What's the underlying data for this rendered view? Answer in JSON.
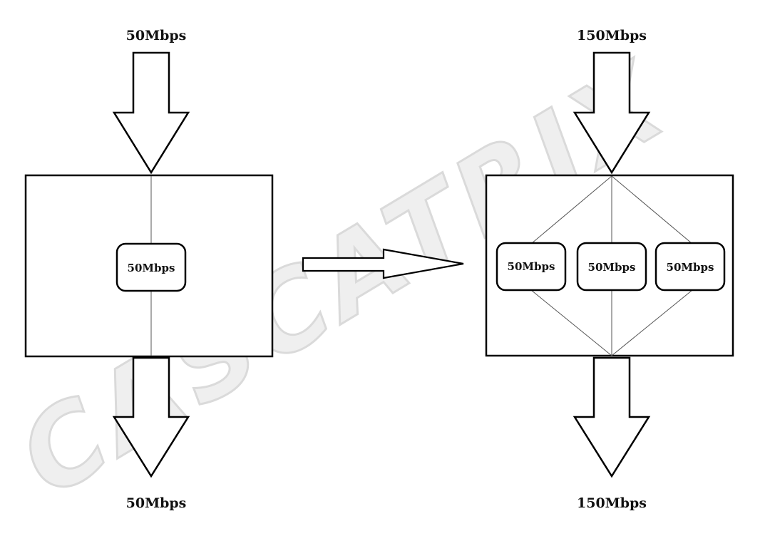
{
  "watermark": "CASCATRIX",
  "left": {
    "input_label": "50Mbps",
    "output_label": "50Mbps",
    "nodes": [
      "50Mbps"
    ]
  },
  "right": {
    "input_label": "150Mbps",
    "output_label": "150Mbps",
    "nodes": [
      "50Mbps",
      "50Mbps",
      "50Mbps"
    ]
  },
  "colors": {
    "stroke": "#000000",
    "thin_line": "#555555",
    "watermark": "#dadada"
  }
}
